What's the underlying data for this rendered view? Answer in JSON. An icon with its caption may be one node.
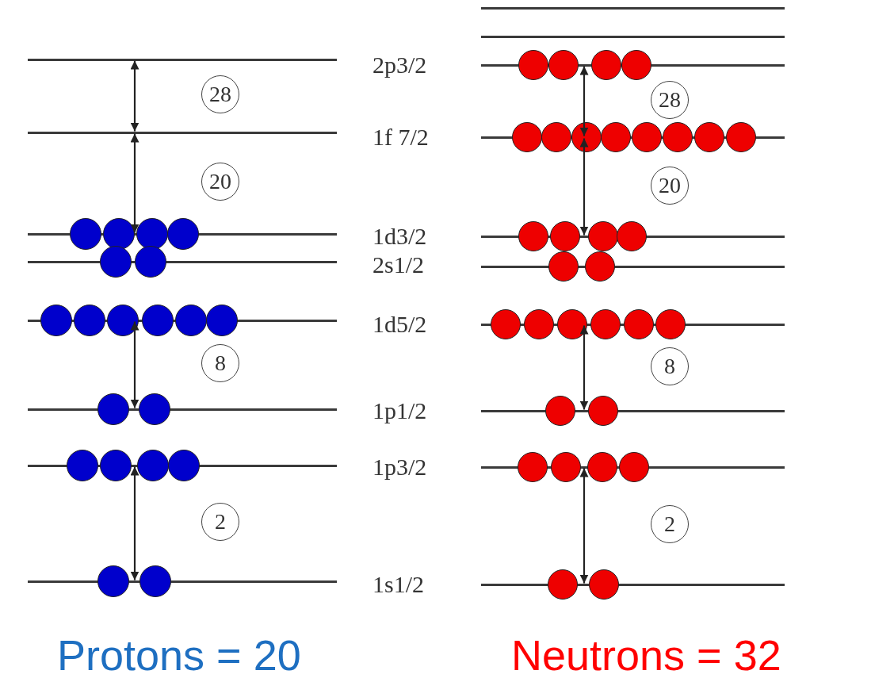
{
  "diagram": {
    "nodes": [
      {
        "text": [],
        "shape": "bar"
      },
      {
        "text": [],
        "shape": "bar"
      },
      {
        "text": [],
        "shape": "bar"
      },
      {
        "text": [],
        "shape": "bar"
      },
      {
        "text": [],
        "shape": "bar"
      },
      {
        "text": [],
        "shape": "bar"
      },
      {
        "text": [],
        "shape": "bar"
      },
      {
        "text": [],
        "shape": "bar"
      },
      {
        "text": [],
        "shape": "bar"
      },
      {
        "text": [],
        "shape": "bar"
      },
      {
        "text": [],
        "shape": "bar"
      },
      {
        "text": [],
        "shape": "bar"
      },
      {
        "text": [],
        "shape": "bar"
      },
      {
        "text": [],
        "shape": "bar"
      },
      {
        "text": [],
        "shape": "bar"
      },
      {
        "text": [],
        "shape": "bar"
      },
      {
        "text": [],
        "shape": "bar"
      },
      {
        "text": [],
        "shape": "bar"
      }
    ],
    "edges": [
      {
        "from": 0,
        "to": 1,
        "arrow": "both",
        "label": "28"
      },
      {
        "from": 1,
        "to": 2,
        "arrow": "both",
        "label": "20"
      },
      {
        "from": 4,
        "to": 5,
        "arrow": "both",
        "label": "8"
      },
      {
        "from": 6,
        "to": 7,
        "arrow": "both",
        "label": "2"
      },
      {
        "from": 10,
        "to": 11,
        "arrow": "both",
        "label": "28"
      },
      {
        "from": 11,
        "to": 12,
        "arrow": "both",
        "label": "20"
      },
      {
        "from": 14,
        "to": 15,
        "arrow": "both",
        "label": "8"
      },
      {
        "from": 16,
        "to": 17,
        "arrow": "both",
        "label": "2"
      }
    ],
    "labels": [
      "2p3/2",
      "1f 7/2",
      "1d3/2",
      "2s1/2",
      "1d5/2",
      "1p1/2",
      "1p3/2",
      "1s1/2",
      "Protons = 20",
      "Neutrons = 32"
    ]
  }
}
